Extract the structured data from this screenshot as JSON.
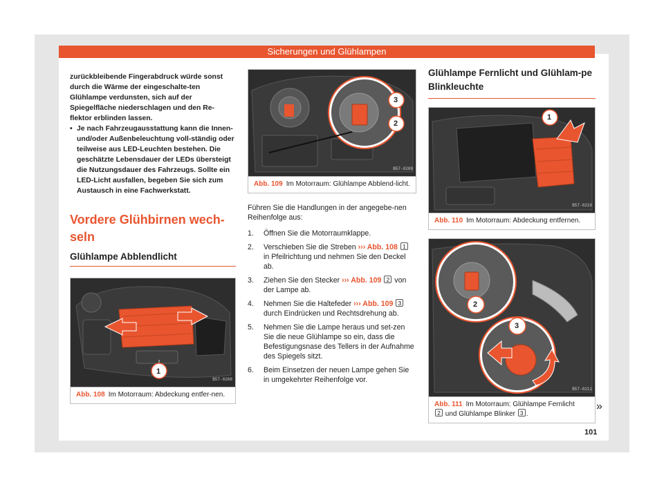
{
  "header": {
    "title": "Sicherungen und Glühlampen"
  },
  "col1": {
    "para1": "zurückbleibende Fingerabdruck würde sonst durch die Wärme der eingeschalte-ten Glühlampe verdunsten, sich auf der Spiegelfläche niederschlagen und den Re-flektor erblinden lassen.",
    "bullet_symbol": "•",
    "bullet1": "Je nach Fahrzeugausstattung kann die Innen- und/oder Außenbeleuchtung voll-ständig oder teilweise aus LED-Leuchten bestehen. Die geschätzte Lebensdauer der LEDs übersteigt die Nutzungsdauer des Fahrzeugs. Sollte ein LED-Licht ausfallen, begeben Sie sich zum Austausch in eine Fachwerkstatt.",
    "section_title": "Vordere Glühbirnen wech-seln",
    "subsection_title": "Glühlampe Abblendlicht",
    "figure": {
      "code": "B57-0208",
      "label": "Abb. 108",
      "caption": "Im Motorraum: Abdeckung entfer-nen.",
      "callouts": [
        "1"
      ]
    }
  },
  "col2": {
    "figure": {
      "code": "B57-0209",
      "label": "Abb. 109",
      "caption": "Im Motorraum: Glühlampe Abblend-licht.",
      "callouts": [
        "3",
        "2"
      ]
    },
    "intro": "Führen Sie die Handlungen in der angegebe-nen Reihenfolge aus:",
    "steps": [
      {
        "n": "1.",
        "pre": "Öffnen Sie die Motorraumklappe.",
        "link": "",
        "box": "",
        "post": ""
      },
      {
        "n": "2.",
        "pre": "Verschieben Sie die Streben ",
        "link": "››› Abb. 108",
        "box": "1",
        "post": " in Pfeilrichtung und nehmen Sie den Deckel ab."
      },
      {
        "n": "3.",
        "pre": "Ziehen Sie den Stecker ",
        "link": "››› Abb. 109",
        "box": "2",
        "post": " von der Lampe ab."
      },
      {
        "n": "4.",
        "pre": "Nehmen Sie die Haltefeder ",
        "link": "››› Abb. 109",
        "box": "3",
        "post": " durch Eindrücken und Rechtsdrehung ab."
      },
      {
        "n": "5.",
        "pre": "Nehmen Sie die Lampe heraus und set-zen Sie die neue Glühlampe so ein, dass die Befestigungsnase des Tellers in der Aufnahme des Spiegels sitzt.",
        "link": "",
        "box": "",
        "post": ""
      },
      {
        "n": "6.",
        "pre": "Beim Einsetzen der neuen Lampe gehen Sie in umgekehrter Reihenfolge vor.",
        "link": "",
        "box": "",
        "post": ""
      }
    ]
  },
  "col3": {
    "section_title": "Glühlampe Fernlicht und Glühlam-pe Blinkleuchte",
    "figure1": {
      "code": "B57-0210",
      "label": "Abb. 110",
      "caption": "Im Motorraum: Abdeckung entfernen.",
      "callouts": [
        "1"
      ]
    },
    "figure2": {
      "code": "B57-0211",
      "label": "Abb. 111",
      "caption_pre": "Im Motorraum: Glühlampe Fernlicht",
      "box_a": "2",
      "caption_mid": " und Glühlampe Blinker ",
      "box_b": "3",
      "caption_post": ".",
      "callouts": [
        "2",
        "3"
      ]
    }
  },
  "footer": {
    "page_number": "101",
    "continue_mark": "»"
  },
  "colors": {
    "accent": "#e8552f",
    "photo_bg": "#2d2d2d",
    "cover": "#e8552f"
  }
}
